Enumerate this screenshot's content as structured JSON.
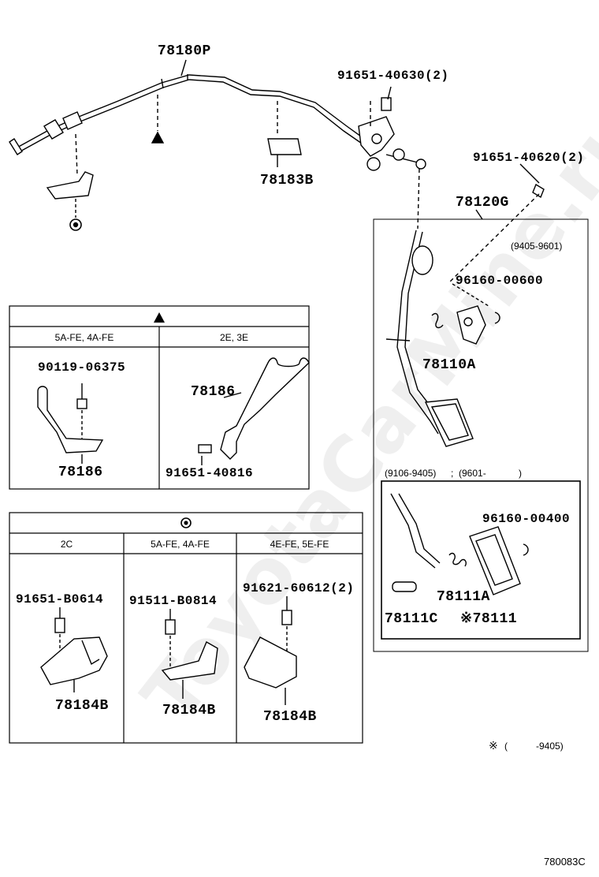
{
  "watermark": "ToyotaCarMine.ru",
  "figure_id": "780083C",
  "top": {
    "cable": "78180P",
    "clamp": "78183B",
    "bolt_top": "91651-40630(2)",
    "bolt_right": "91651-40620(2)",
    "pedal_assy": "78120G"
  },
  "pedal_box": {
    "period": "(9405-9601)",
    "clip": "96160-00600",
    "bracket": "78110A"
  },
  "inset": {
    "period_a": "(9106-9405)",
    "sep": ";",
    "period_b": "(9601-",
    "period_b_close": ")",
    "clip": "96160-00400",
    "spring": "78111A",
    "pin": "78111C",
    "pad": "※78111"
  },
  "table1": {
    "col1": "5A-FE, 4A-FE",
    "col2": "2E, 3E",
    "bolt": "90119-06375",
    "bracket_a": "78186",
    "bracket_b": "78186",
    "bolt_b": "91651-40816"
  },
  "table2": {
    "col1": "2C",
    "col2": "5A-FE, 4A-FE",
    "col3": "4E-FE, 5E-FE",
    "bolt1": "91651-B0614",
    "bolt2": "91511-B0814",
    "bolt3": "91621-60612(2)",
    "part1": "78184B",
    "part2": "78184B",
    "part3": "78184B"
  },
  "footnote": {
    "mark": "※",
    "open": "(",
    "range": "-9405)"
  }
}
